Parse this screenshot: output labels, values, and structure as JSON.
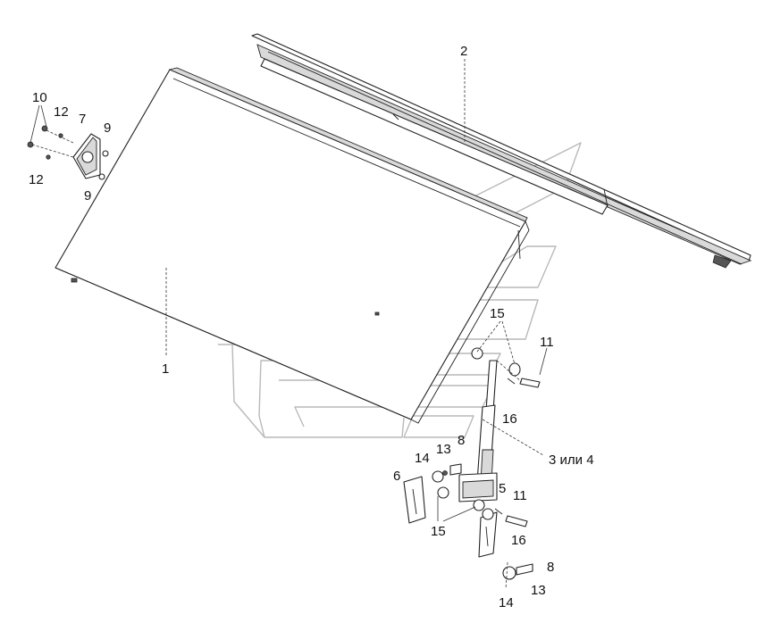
{
  "diagram": {
    "type": "exploded-parts-view",
    "callouts": {
      "c1": "1",
      "c2": "2",
      "c3or4": "3 или 4",
      "c5": "5",
      "c6": "6",
      "c7": "7",
      "c8a": "8",
      "c8b": "8",
      "c9a": "9",
      "c9b": "9",
      "c10": "10",
      "c11a": "11",
      "c11b": "11",
      "c12a": "12",
      "c12b": "12",
      "c13a": "13",
      "c13b": "13",
      "c14a": "14",
      "c14b": "14",
      "c15a": "15",
      "c15b": "15",
      "c16a": "16",
      "c16b": "16"
    }
  }
}
